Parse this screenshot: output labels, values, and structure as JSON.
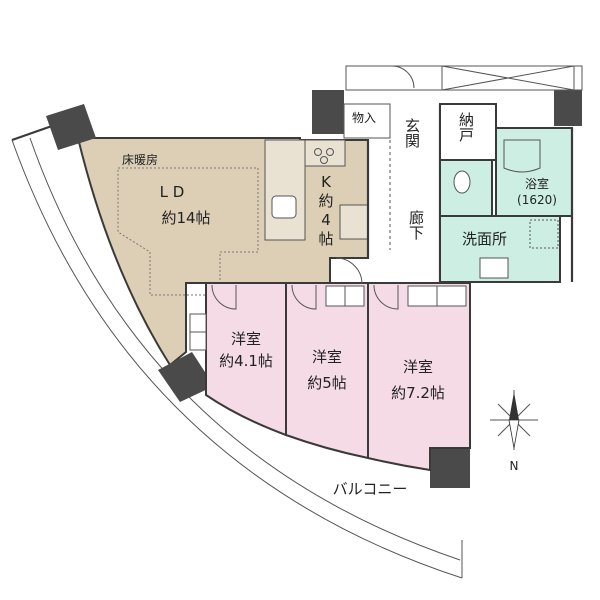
{
  "rooms": {
    "ld": {
      "name": "L D",
      "area": "約14帖",
      "heating": "床暖房"
    },
    "kitchen": {
      "k": "K",
      "yaku": "約",
      "num": "4",
      "jo": "帖"
    },
    "youshitsu1": {
      "name": "洋室",
      "area": "約4.1帖"
    },
    "youshitsu2": {
      "name": "洋室",
      "area": "約5帖"
    },
    "youshitsu3": {
      "name": "洋室",
      "area": "約7.2帖"
    },
    "monoire": "物入",
    "genkan": "玄関",
    "nando": "納戸",
    "yokushitsu": {
      "name": "浴室",
      "size": "(1620)"
    },
    "senmenjo": "洗面所",
    "rouka": "廊下",
    "balcony": "バルコニー"
  },
  "compass": {
    "north": "N"
  },
  "colors": {
    "ld": "#dccfb5",
    "bedroom": "#f5dbe6",
    "wet": "#cdeee3",
    "pillar": "#4a4a4a"
  }
}
